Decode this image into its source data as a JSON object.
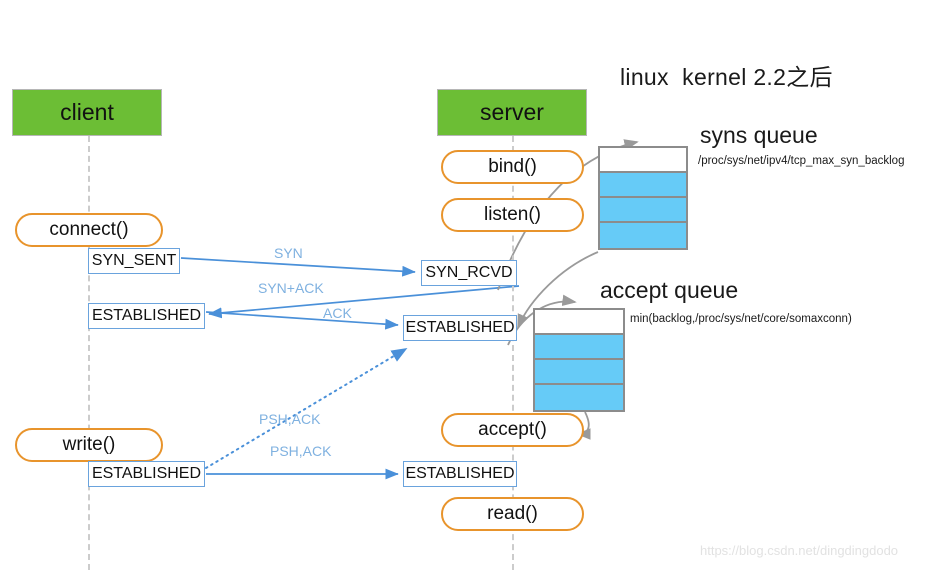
{
  "title": "linux  kernel 2.2之后",
  "roles": {
    "client": "client",
    "server": "server"
  },
  "client_calls": {
    "connect": "connect()",
    "write": "write()"
  },
  "server_calls": {
    "bind": "bind()",
    "listen": "listen()",
    "accept": "accept()",
    "read": "read()"
  },
  "client_states": {
    "syn_sent": "SYN_SENT",
    "established_1": "ESTABLISHED",
    "established_2": "ESTABLISHED"
  },
  "server_states": {
    "syn_rcvd": "SYN_RCVD",
    "established_1": "ESTABLISHED",
    "established_2": "ESTABLISHED"
  },
  "packets": {
    "syn": "SYN",
    "syn_ack": "SYN+ACK",
    "ack": "ACK",
    "psh_ack_dotted": "PSH,ACK",
    "psh_ack_solid": "PSH,ACK"
  },
  "queues": {
    "syns": {
      "title": "syns queue",
      "note": "/proc/sys/net/ipv4/tcp_max_syn_backlog",
      "cells": [
        "empty",
        "filled",
        "filled",
        "filled"
      ]
    },
    "accept": {
      "title": "accept queue",
      "note": "min(backlog,/proc/sys/net/core/somaxconn)",
      "cells": [
        "empty",
        "filled",
        "filled",
        "filled"
      ]
    }
  },
  "watermark": "https://blog.csdn.net/dingdingdodo",
  "colors": {
    "role_header_green": "#6cbe35",
    "api_pill_orange": "#e8942c",
    "state_box_blue": "#6aa3dd",
    "packet_label_blue": "#7fb1e0",
    "queue_filled_blue": "#66cbf7",
    "queue_border_gray": "#8c8c8c",
    "lifeline_gray": "#cccccc"
  }
}
